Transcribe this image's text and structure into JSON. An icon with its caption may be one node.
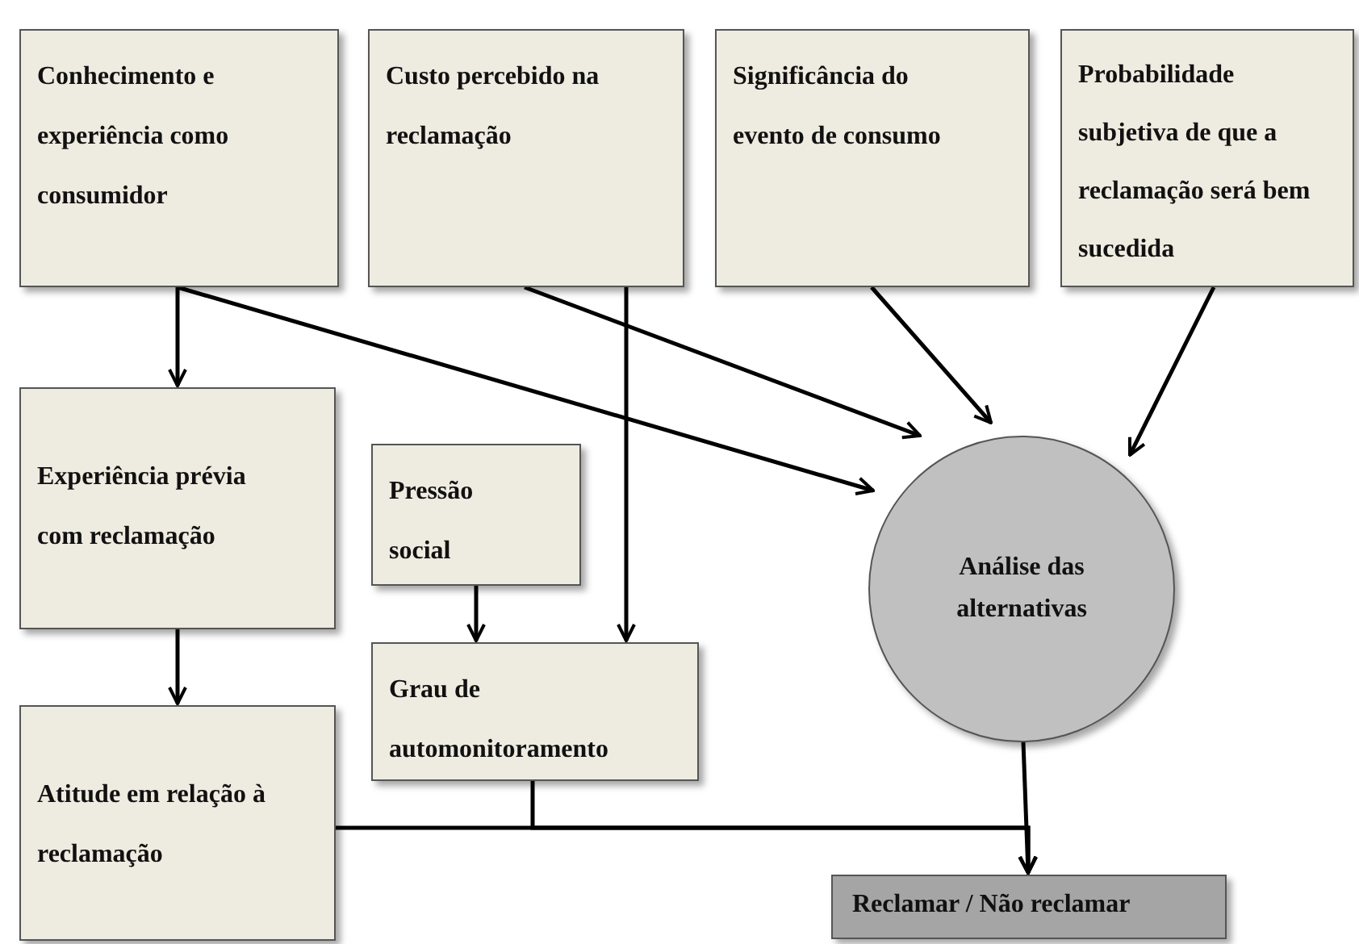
{
  "diagram": {
    "nodes": [
      {
        "text": [
          "Conhecimento e experiência  como consumidor"
        ]
      },
      {
        "text": [
          "Custo percebido na reclamação"
        ]
      },
      {
        "text": [
          "Significância do evento de consumo"
        ]
      },
      {
        "text": [
          "Probabilidade subjetiva de que a reclamação será bem sucedida"
        ]
      },
      {
        "text": [
          "Experiência  prévia com reclamação"
        ]
      },
      {
        "text": [
          "Pressão social"
        ]
      },
      {
        "text": [
          "Análise das alternativas"
        ]
      },
      {
        "text": [
          "Grau de automonitoramento"
        ]
      },
      {
        "text": [
          "Atitude em  relação à reclamação"
        ]
      },
      {
        "text": [
          "Reclamar / Não reclamar"
        ]
      }
    ],
    "edges": [
      {
        "from": 0,
        "to": 4,
        "arrow": "to"
      },
      {
        "from": 0,
        "to": 6,
        "arrow": "to"
      },
      {
        "from": 1,
        "to": 6,
        "arrow": "to"
      },
      {
        "from": 1,
        "to": 7,
        "arrow": "to"
      },
      {
        "from": 2,
        "to": 6,
        "arrow": "to"
      },
      {
        "from": 3,
        "to": 6,
        "arrow": "to"
      },
      {
        "from": 5,
        "to": 7,
        "arrow": "to"
      },
      {
        "from": 4,
        "to": 8,
        "arrow": "to"
      },
      {
        "from": 6,
        "to": 9,
        "arrow": "to"
      },
      {
        "from": 8,
        "to": 9,
        "arrow": "to"
      },
      {
        "from": 7,
        "to": 9,
        "arrow": "to"
      }
    ]
  }
}
